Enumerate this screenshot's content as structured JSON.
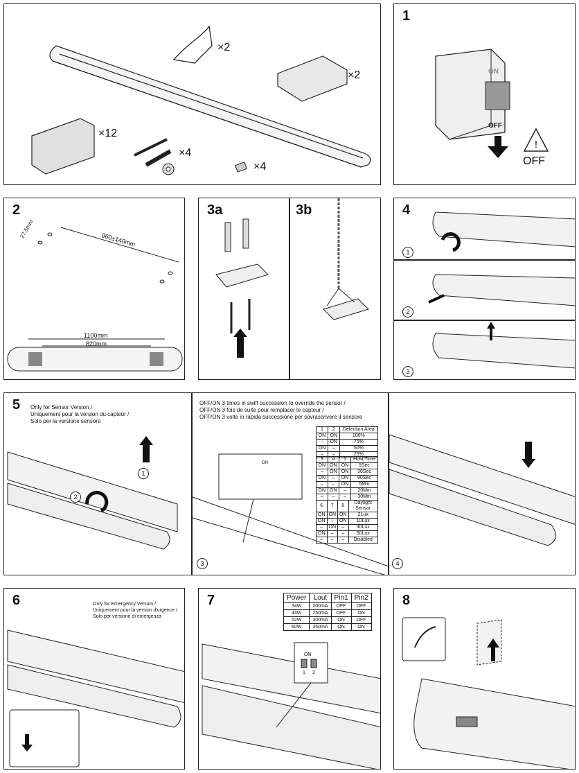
{
  "panel0": {
    "qty_hanger": "×2",
    "qty_bracket": "×2",
    "qty_clip": "×12",
    "qty_plug": "×4",
    "qty_screw": "×4"
  },
  "panel1": {
    "number": "1",
    "on": "ON",
    "off": "OFF",
    "off_label": "OFF"
  },
  "panel2": {
    "number": "2",
    "d1": "27.5mm",
    "d2": "960±140mm",
    "d3": "1100mm",
    "d4": "820mm"
  },
  "panel3a": {
    "number": "3a"
  },
  "panel3b": {
    "number": "3b"
  },
  "panel4": {
    "number": "4",
    "s1": "1",
    "s2": "2",
    "s3": "3"
  },
  "panel5": {
    "number": "5",
    "note_en": "Only for Sensor Version /",
    "note_fr": "Uniquement pour la version du capteur /",
    "note_it": "Solo per la versione sensore",
    "s1": "1",
    "s2": "2"
  },
  "panel5b": {
    "text_en": "OFF/ON 3 times in swift succession to override the sensor /",
    "text_fr": "OFF/ON 3 fois de suite pour remplacer le capteur /",
    "text_it": "OFF/ON 3 volte in rapida successione per sovrascrivere il sensore",
    "step": "3",
    "t1_head": [
      "1",
      "2",
      "Detection Area"
    ],
    "t1_rows": [
      [
        "ON",
        "ON",
        "100%"
      ],
      [
        "–",
        "ON",
        "75%"
      ],
      [
        "ON",
        "–",
        "50%"
      ],
      [
        "–",
        "–",
        "25%"
      ]
    ],
    "t2_head": [
      "3",
      "4",
      "5",
      "Hold Time"
    ],
    "t2_rows": [
      [
        "ON",
        "ON",
        "ON",
        "5Sec"
      ],
      [
        "–",
        "ON",
        "ON",
        "30Sec"
      ],
      [
        "ON",
        "–",
        "ON",
        "90Sec"
      ],
      [
        "–",
        "–",
        "ON",
        "5Min"
      ],
      [
        "ON",
        "ON",
        "–",
        "20Min"
      ],
      [
        "–",
        "–",
        "–",
        "30Min"
      ]
    ],
    "t3_head": [
      "6",
      "7",
      "8",
      "Daylight Sensor"
    ],
    "t3_rows": [
      [
        "ON",
        "ON",
        "ON",
        "2Lux"
      ],
      [
        "ON",
        "–",
        "ON",
        "10Lux"
      ],
      [
        "–",
        "ON",
        "–",
        "30Lux"
      ],
      [
        "ON",
        "–",
        "–",
        "50Lux"
      ],
      [
        "–",
        "–",
        "–",
        "Disabled"
      ]
    ],
    "dip_on": "ON"
  },
  "panel5c": {
    "step": "4"
  },
  "panel6": {
    "number": "6",
    "note_en": "Only for Emergency Version /",
    "note_fr": "Uniquement pour la version d'urgence /",
    "note_it": "Solo per versione di emergenza"
  },
  "panel7": {
    "number": "7",
    "head": [
      "Power",
      "Lout",
      "Pin1",
      "Pin2"
    ],
    "rows": [
      [
        "34W",
        "200mA",
        "OFF",
        "OFF"
      ],
      [
        "44W",
        "250mA",
        "OFF",
        "ON"
      ],
      [
        "52W",
        "300mA",
        "ON",
        "OFF"
      ],
      [
        "60W",
        "350mA",
        "ON",
        "ON"
      ]
    ],
    "dip_on": "ON",
    "dip_1": "1",
    "dip_2": "2"
  },
  "panel8": {
    "number": "8"
  }
}
